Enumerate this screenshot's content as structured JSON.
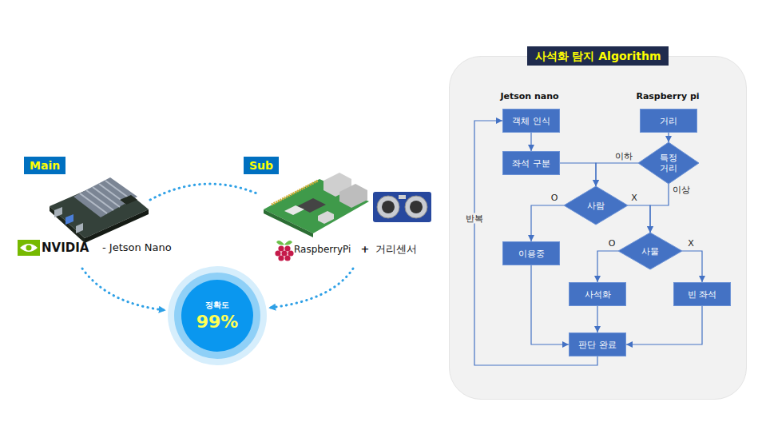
{
  "diagram": {
    "nodes": [
      {
        "text": [
          "Main"
        ]
      },
      {
        "text": [
          "Sub"
        ]
      },
      {
        "text": [
          "정확도",
          "99%"
        ]
      },
      {
        "text": [
          "사석화 탐지 Algorithm"
        ]
      },
      {
        "text": [
          "객체 인식"
        ],
        "in": 3
      },
      {
        "text": [
          "좌석 구분"
        ],
        "in": 3
      },
      {
        "text": [
          "거리"
        ],
        "in": 3
      },
      {
        "text": [
          "특정 거리"
        ],
        "in": 3
      },
      {
        "text": [
          "사람"
        ],
        "in": 3
      },
      {
        "text": [
          "이용중"
        ],
        "in": 3
      },
      {
        "text": [
          "사물"
        ],
        "in": 3
      },
      {
        "text": [
          "사석화"
        ],
        "in": 3
      },
      {
        "text": [
          "빈 좌석"
        ],
        "in": 3
      },
      {
        "text": [
          "판단 완료"
        ],
        "in": 3
      }
    ],
    "edges": [
      {
        "from": 4,
        "to": 5,
        "arrow": "to"
      },
      {
        "from": 6,
        "to": 7,
        "arrow": "to"
      },
      {
        "from": 5,
        "to": 8,
        "arrow": "to"
      },
      {
        "from": 7,
        "to": 8,
        "label": "이하",
        "arrow": "to"
      },
      {
        "from": 7,
        "to": 10,
        "label": "이상",
        "arrow": "to"
      },
      {
        "from": 8,
        "to": 9,
        "label": "O",
        "arrow": "to"
      },
      {
        "from": 8,
        "to": 10,
        "label": "X",
        "arrow": "to"
      },
      {
        "from": 10,
        "to": 11,
        "label": "O",
        "arrow": "to"
      },
      {
        "from": 10,
        "to": 12,
        "label": "X",
        "arrow": "to"
      },
      {
        "from": 9,
        "to": 13,
        "arrow": "to"
      },
      {
        "from": 11,
        "to": 13,
        "arrow": "to"
      },
      {
        "from": 12,
        "to": 13,
        "arrow": "to"
      },
      {
        "from": 13,
        "to": 4,
        "label": "반복",
        "arrow": "to"
      }
    ],
    "labels": [
      "NVIDIA",
      "- Jetson Nano",
      "RaspberryPi",
      "+",
      "거리센서",
      "Jetson nano",
      "Raspberry pi"
    ]
  }
}
